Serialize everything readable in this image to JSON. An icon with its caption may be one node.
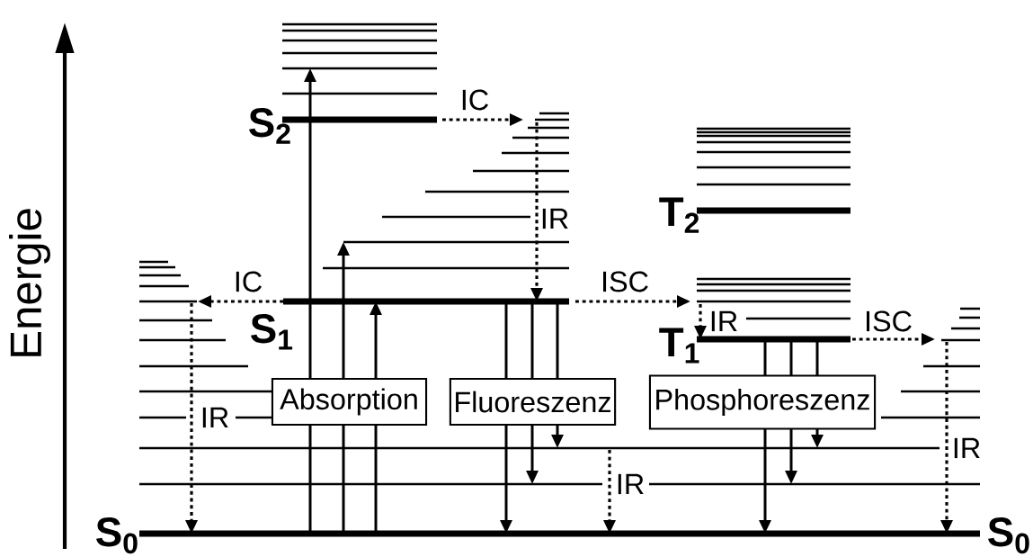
{
  "diagram": {
    "nodes": [
      {
        "text": [
          "Absorption"
        ]
      },
      {
        "text": [
          "Fluoreszenz"
        ]
      },
      {
        "text": [
          "Phosphoreszenz"
        ]
      }
    ],
    "labels": [
      "Energie",
      "S$_{2}$",
      "IC",
      "IR",
      "IC",
      "ISC",
      "S$_{1}$",
      "T$_{2}$",
      "IR",
      "ISC",
      "T$_{1}$",
      "IR",
      "IR",
      "IR",
      "S$_{0}$",
      "S$_{0}$"
    ]
  }
}
